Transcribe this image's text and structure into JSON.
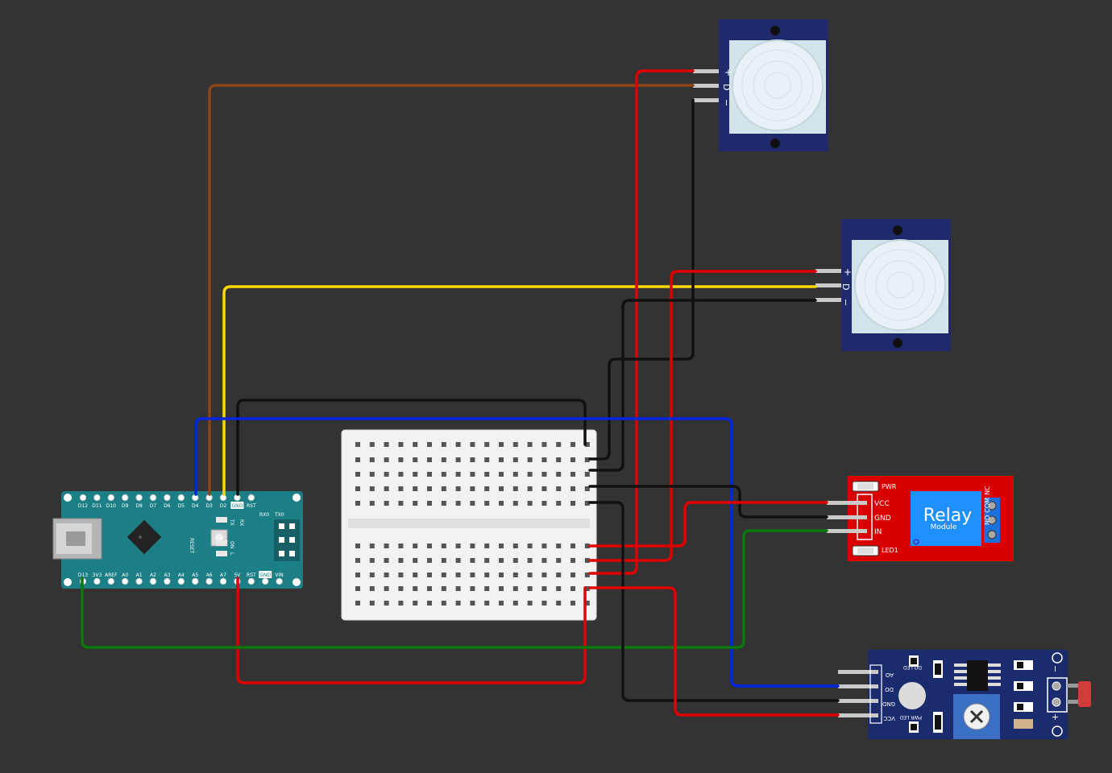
{
  "pir_sensor_1": {
    "pins": [
      "+",
      "D",
      "−"
    ]
  },
  "pir_sensor_2": {
    "pins": [
      "+",
      "D",
      "−"
    ]
  },
  "arduino_nano": {
    "top_pins": [
      "D12",
      "D11",
      "D10",
      "D9",
      "D8",
      "D7",
      "D6",
      "D5",
      "D4",
      "D3",
      "D2",
      "GND",
      "RST"
    ],
    "bottom_pins": [
      "D13",
      "3V3",
      "AREF",
      "A0",
      "A1",
      "A2",
      "A3",
      "A4",
      "A5",
      "A6",
      "A7",
      "5V",
      "RST",
      "GND",
      "VIN"
    ],
    "header_labels": [
      "RX0",
      "TX0"
    ],
    "led_labels": [
      "TX",
      "RX",
      "ON",
      "L"
    ],
    "reset_label": "RESET"
  },
  "relay_module": {
    "title": "Relay",
    "subtitle": "Module",
    "pins": [
      "VCC",
      "GND",
      "IN"
    ],
    "terminals": [
      "NO",
      "COM",
      "NC"
    ],
    "led_labels": [
      "PWR",
      "LED1"
    ]
  },
  "light_sensor": {
    "pins": [
      "AO",
      "DO",
      "GND",
      "VCC"
    ],
    "led_labels": [
      "DO LED",
      "PWR LED"
    ],
    "terminal_labels": [
      "−",
      "+"
    ]
  },
  "colors": {
    "background": "#333333",
    "red_wire": "#e00000",
    "black_wire": "#111111",
    "blue_wire": "#0026e0",
    "green_wire": "#0a7a0a",
    "brown_wire": "#8b4513",
    "yellow_wire": "#ffd700",
    "nano_board": "#1d7f86",
    "relay_board": "#d90000",
    "sensor_board": "#1a2b6e"
  }
}
